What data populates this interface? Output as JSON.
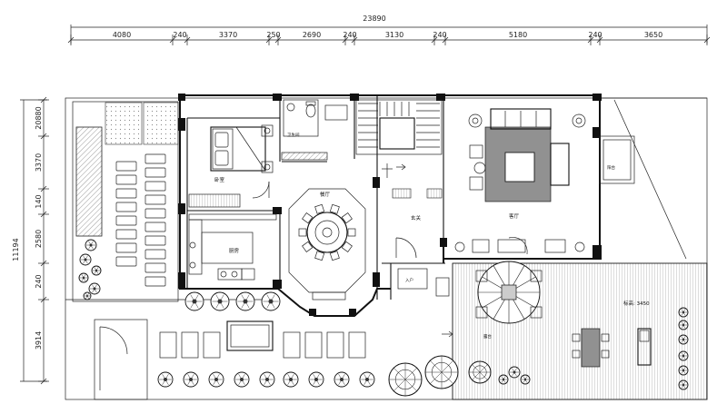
{
  "dimensions": {
    "total": "23890",
    "top": [
      "4080",
      "240",
      "3370",
      "250",
      "2690",
      "240",
      "3130",
      "240",
      "5180",
      "240",
      "3650"
    ],
    "left_total": "11194",
    "left": [
      "20880",
      "3370",
      "140",
      "2580",
      "240",
      "3914"
    ]
  },
  "rooms": {
    "bedroom": "卧室",
    "bath": "卫生间",
    "dining": "餐厅",
    "kitchen": "厨房",
    "foyer": "玄关",
    "living": "客厅",
    "balcony": "阳台",
    "entrance": "入户",
    "terrace": "露台",
    "elevation": "标高: 3450"
  },
  "colors": {
    "ink": "#111111",
    "hatch": "#8a8a8a",
    "wall": "#111111"
  }
}
